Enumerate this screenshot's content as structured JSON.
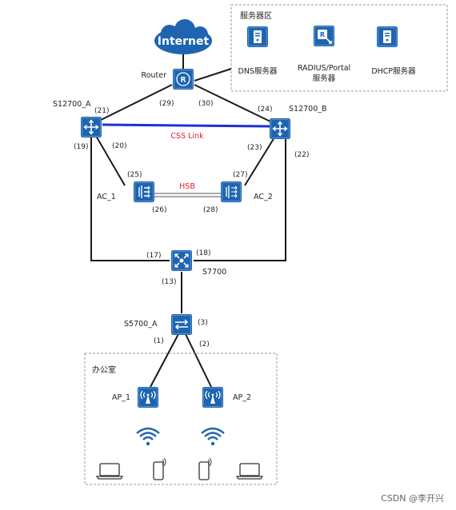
{
  "server_zone": {
    "title": "服务器区",
    "servers": [
      {
        "label": "DNS服务器",
        "icon": "server-icon"
      },
      {
        "label_line1": "RADIUS/Portal",
        "label_line2": "服务器",
        "icon": "radius-server-icon"
      },
      {
        "label": "DHCP服务器",
        "icon": "server-icon"
      }
    ]
  },
  "internet": {
    "label": "Internet",
    "icon": "cloud-icon"
  },
  "router": {
    "label": "Router",
    "icon": "router-icon"
  },
  "devices": {
    "s12700_a": "S12700_A",
    "s12700_b": "S12700_B",
    "ac_1": "AC_1",
    "ac_2": "AC_2",
    "s7700": "S7700",
    "s5700_a": "S5700_A",
    "ap_1": "AP_1",
    "ap_2": "AP_2"
  },
  "links": {
    "css": "CSS Link",
    "hsb": "HSB"
  },
  "ports": {
    "p1": "(1)",
    "p2": "(2)",
    "p3": "(3)",
    "p13": "(13)",
    "p17": "(17)",
    "p18": "(18)",
    "p19": "(19)",
    "p20": "(20)",
    "p21": "(21)",
    "p22": "(22)",
    "p23": "(23)",
    "p24": "(24)",
    "p25": "(25)",
    "p26": "(26)",
    "p27": "(27)",
    "p28": "(28)",
    "p29": "(29)",
    "p30": "(30)"
  },
  "office": {
    "title": "办公室"
  },
  "watermark": "CSDN @李开兴",
  "colors": {
    "device_blue": "#1e64b0",
    "css_link": "#1f2fd8",
    "hsb_red": "#e0202a",
    "cloud": "#1e64b0"
  }
}
